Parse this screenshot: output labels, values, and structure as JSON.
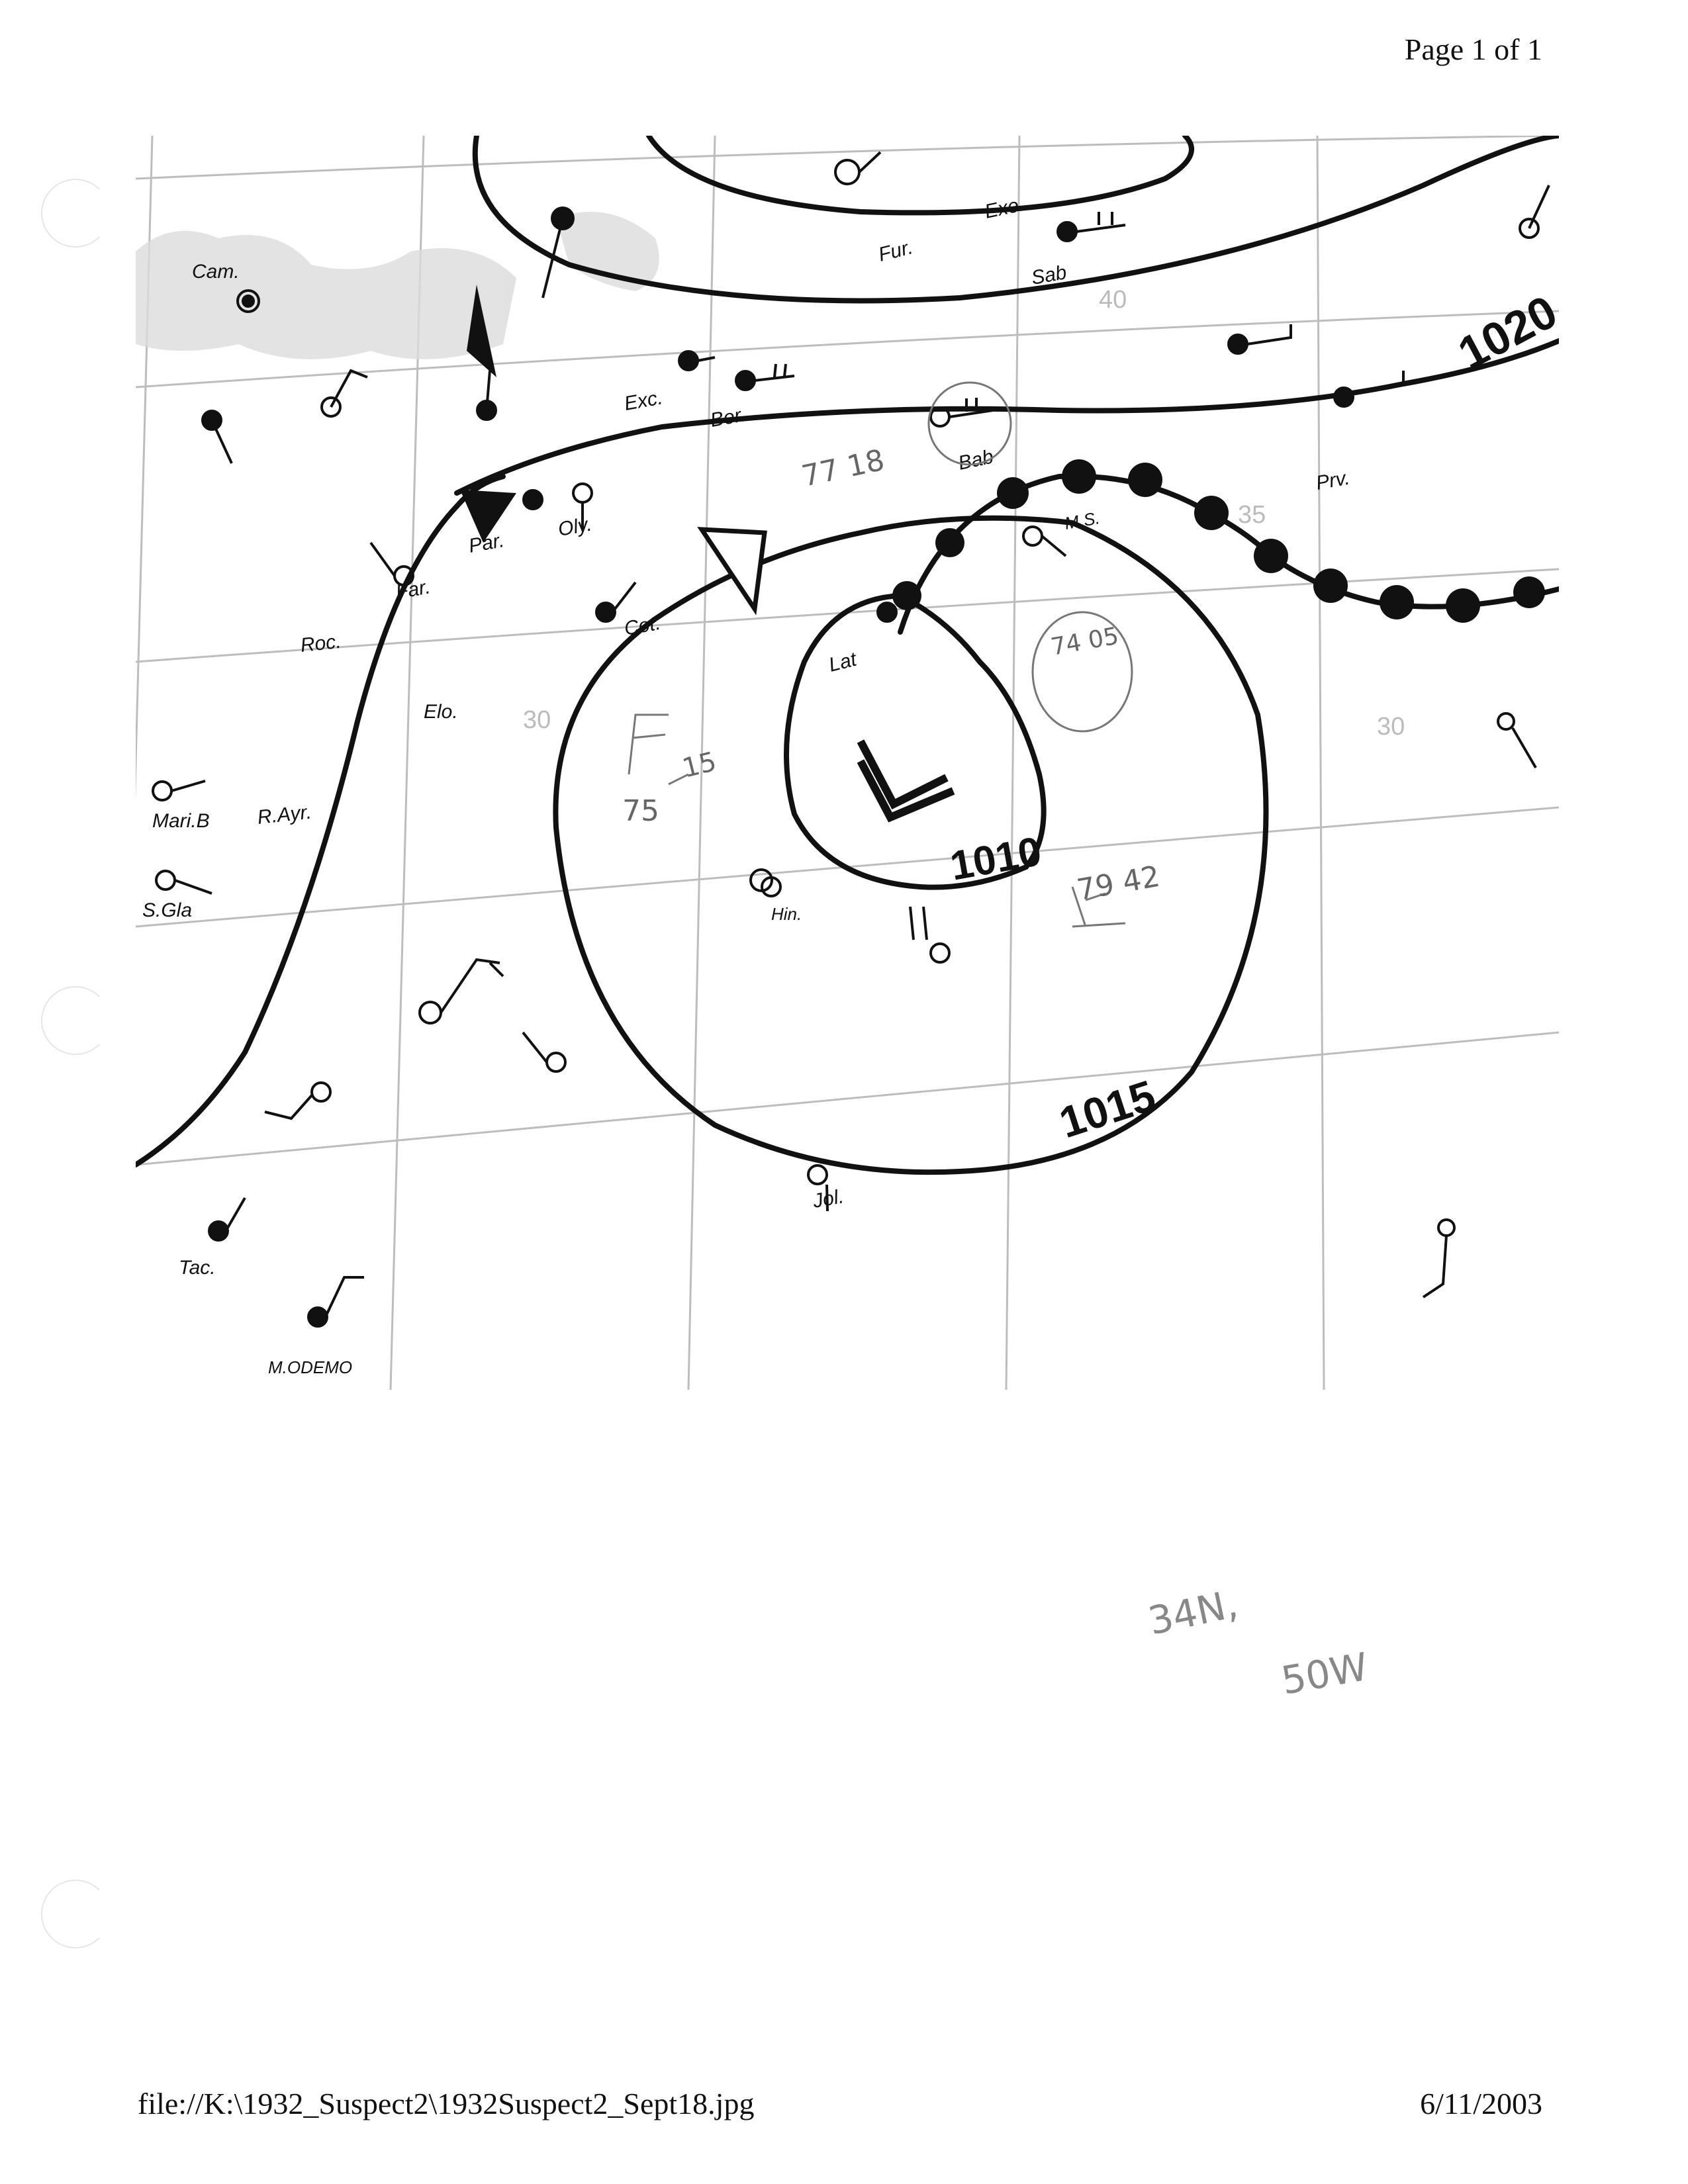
{
  "header": {
    "page_label": "Page 1 of 1"
  },
  "footer": {
    "file_path": "file://K:\\1932_Suspect2\\1932Suspect2_Sept18.jpg",
    "date": "6/11/2003"
  },
  "map": {
    "low_symbol": "L",
    "isobar_labels": [
      "1020",
      "1015",
      "1010"
    ],
    "grid_labels": [
      "40",
      "35",
      "30",
      "30"
    ],
    "station_names": [
      "Fur.",
      "Exe.",
      "Sab",
      "Exc.",
      "Ber.",
      "Par.",
      "Oly.",
      "Far.",
      "Cam.",
      "Roc.",
      "Cot.",
      "Elo.",
      "Lat",
      "Bab",
      "Prv.",
      "M.S.",
      "Tac.",
      "Hin.",
      "Jol.",
      "M.ODEMO",
      "Mari.B",
      "R.Ayr.",
      "S.Gla"
    ],
    "pencil_notes": [
      "77 18",
      "75",
      "15",
      "74 05",
      "79 42"
    ],
    "handwritten_position": {
      "lat": "34N,",
      "lon": "50W"
    },
    "colors": {
      "isobar": "#111111",
      "grid": "#bdbdbd",
      "pencil": "#666666",
      "front": "#111111"
    }
  }
}
